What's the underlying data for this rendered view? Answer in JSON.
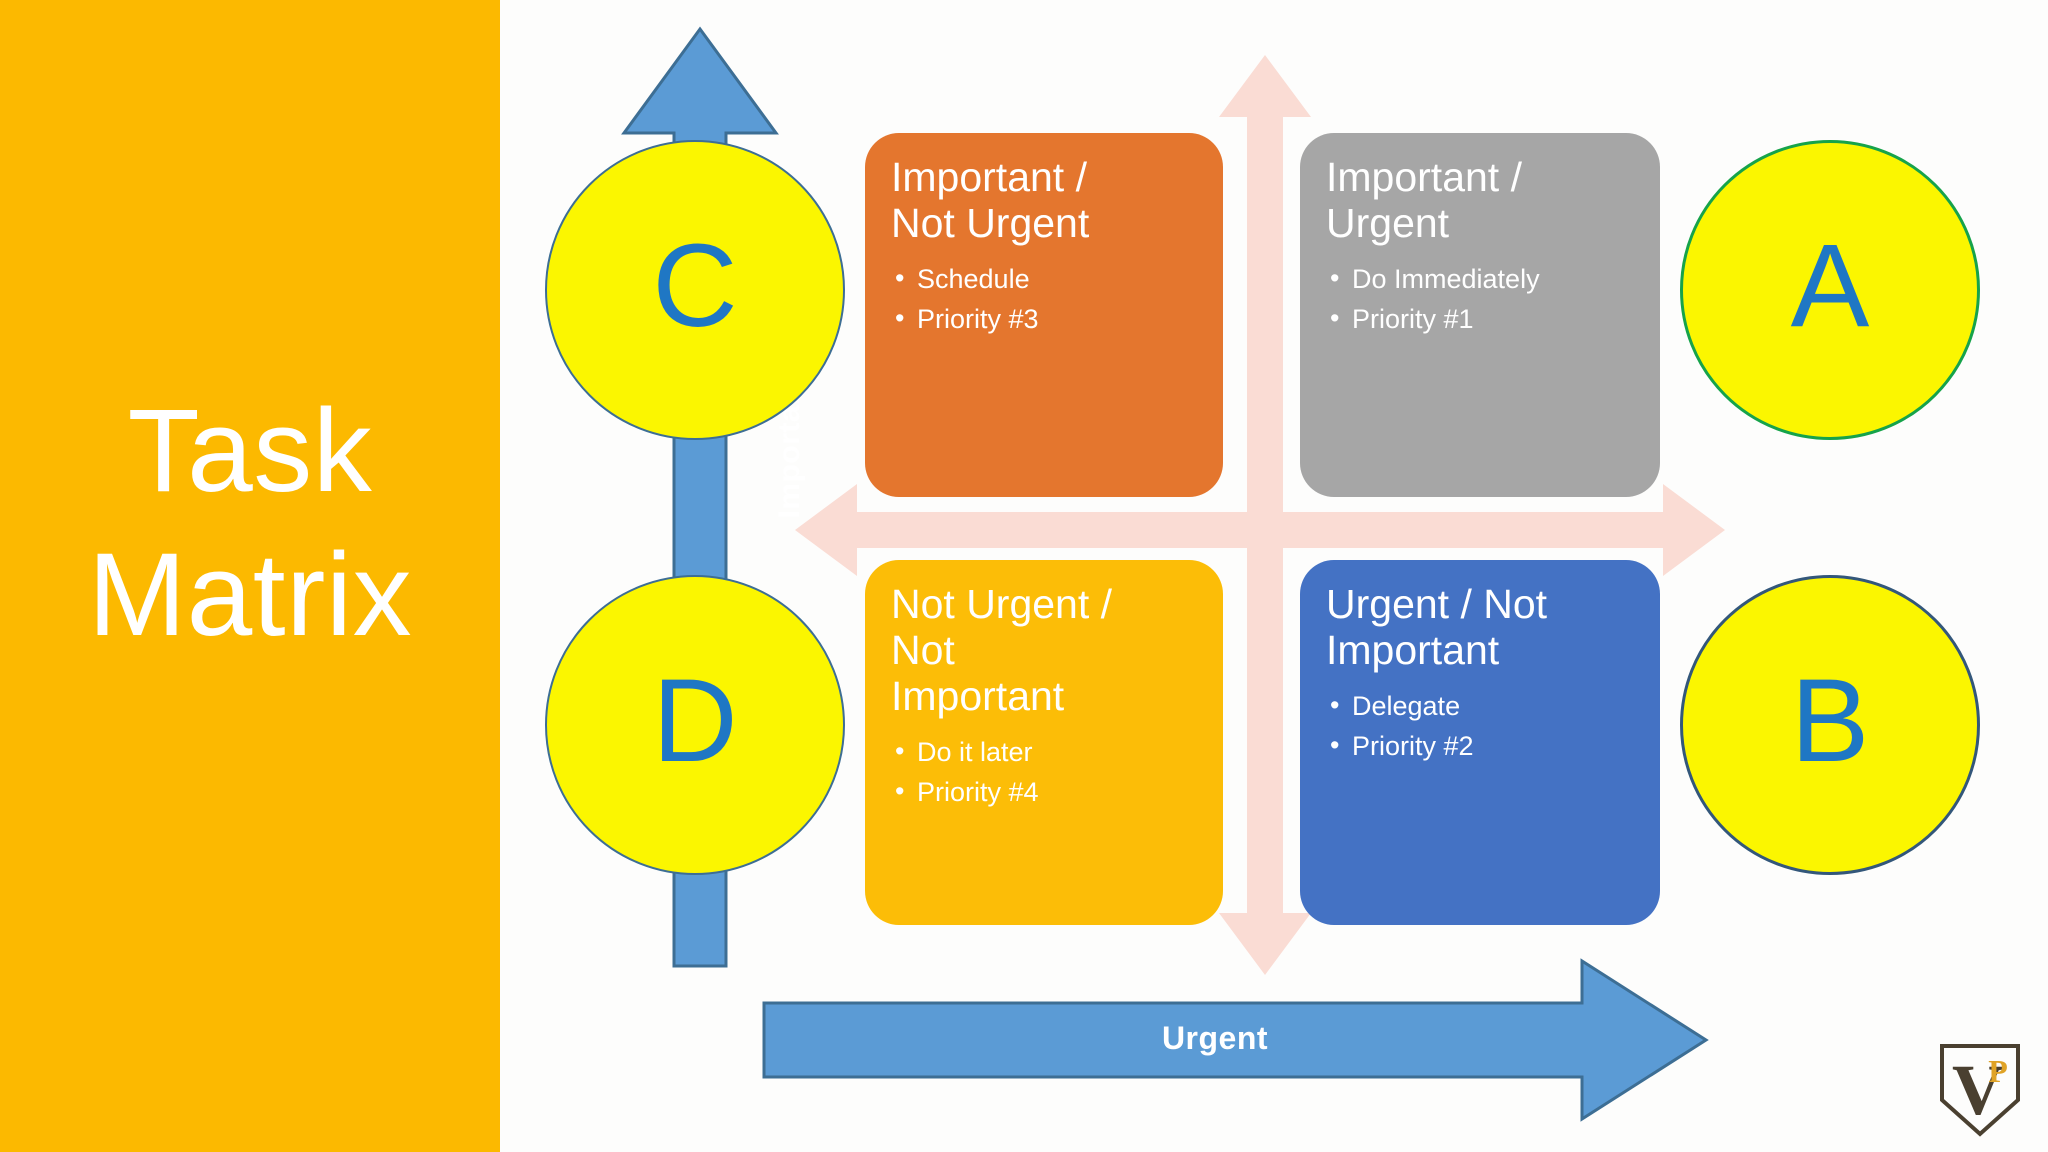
{
  "title_panel": {
    "line1": "Task",
    "line2": "Matrix",
    "background_color": "#FCB900",
    "text_color": "#FFFFFF"
  },
  "axes": {
    "vertical": {
      "label": "Important",
      "color": "#5B9BD5",
      "direction": "up"
    },
    "horizontal": {
      "label": "Urgent",
      "color": "#5B9BD5",
      "direction": "right"
    },
    "cross_arrows_color": "#FADCD4"
  },
  "quadrants": [
    {
      "id": "important-not-urgent",
      "title": "Important /\nNot Urgent",
      "bullets": [
        "Schedule",
        "Priority #3"
      ],
      "color": "#E4762E",
      "position": "top-left"
    },
    {
      "id": "important-urgent",
      "title": "Important /\nUrgent",
      "bullets": [
        "Do Immediately",
        "Priority #1"
      ],
      "color": "#A6A6A6",
      "position": "top-right"
    },
    {
      "id": "not-urgent-not-important",
      "title": "Not Urgent /\nNot\nImportant",
      "bullets": [
        "Do it later",
        "Priority #4"
      ],
      "color": "#FCBD07",
      "position": "bottom-left"
    },
    {
      "id": "urgent-not-important",
      "title": "Urgent / Not\nImportant",
      "bullets": [
        "Delegate",
        "Priority #2"
      ],
      "color": "#4472C4",
      "position": "bottom-right"
    }
  ],
  "markers": [
    {
      "id": "c",
      "letter": "C",
      "fill": "#FBF600",
      "border": "#3D6E94",
      "text_color": "#1F77C4",
      "position": "left-top"
    },
    {
      "id": "d",
      "letter": "D",
      "fill": "#FBF600",
      "border": "#3D6E94",
      "text_color": "#1F77C4",
      "position": "left-bottom"
    },
    {
      "id": "a",
      "letter": "A",
      "fill": "#FBF600",
      "border": "#16A34A",
      "text_color": "#1F77C4",
      "position": "right-top"
    },
    {
      "id": "b",
      "letter": "B",
      "fill": "#FBF600",
      "border": "#33577A",
      "text_color": "#1F77C4",
      "position": "right-bottom"
    }
  ],
  "logo": {
    "primary_letter": "V",
    "secondary_letter": "P",
    "primary_color": "#4A4030",
    "secondary_color": "#E0A326"
  }
}
